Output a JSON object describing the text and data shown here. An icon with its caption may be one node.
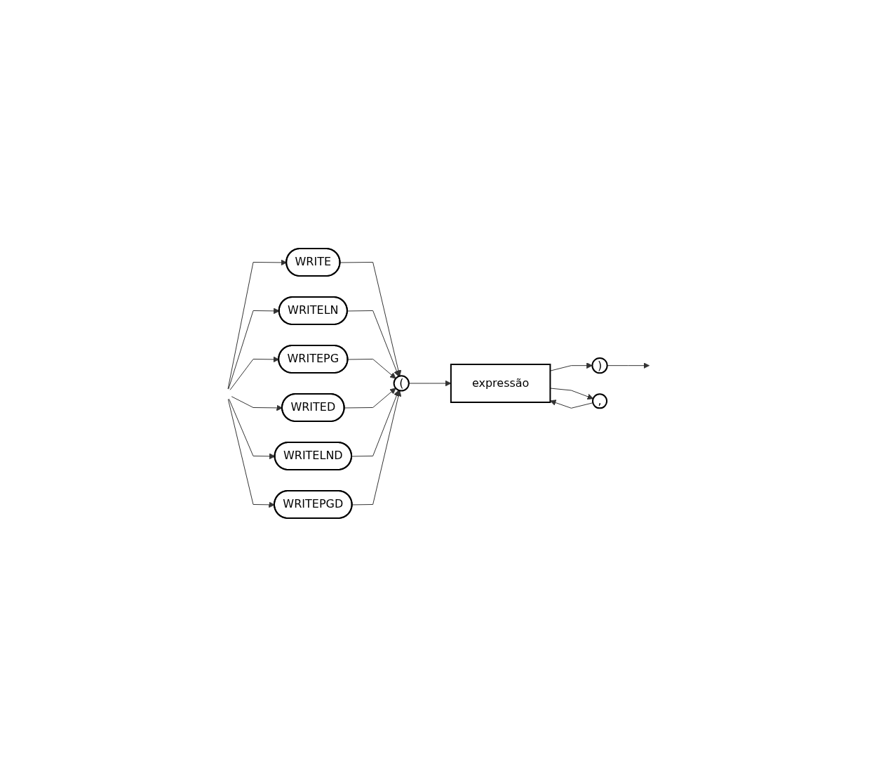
{
  "diagram": {
    "nodes": [
      {
        "text": [
          "WRITE"
        ]
      },
      {
        "text": [
          "WRITELN"
        ]
      },
      {
        "text": [
          "WRITEPG"
        ]
      },
      {
        "text": [
          "WRITED"
        ]
      },
      {
        "text": [
          "WRITELND"
        ]
      },
      {
        "text": [
          "WRITEPGD"
        ]
      },
      {
        "text": [
          "("
        ]
      },
      {
        "text": [
          "expressão"
        ]
      },
      {
        "text": [
          ")"
        ]
      },
      {
        "text": [
          ","
        ]
      }
    ],
    "edges": [
      {
        "from": null,
        "to": 0,
        "arrow": "to"
      },
      {
        "from": null,
        "to": 1,
        "arrow": "to"
      },
      {
        "from": null,
        "to": 2,
        "arrow": "to"
      },
      {
        "from": null,
        "to": 3,
        "arrow": "to"
      },
      {
        "from": null,
        "to": 4,
        "arrow": "to"
      },
      {
        "from": null,
        "to": 5,
        "arrow": "to"
      },
      {
        "from": 0,
        "to": 6,
        "arrow": "to"
      },
      {
        "from": 1,
        "to": 6,
        "arrow": "to"
      },
      {
        "from": 2,
        "to": 6,
        "arrow": "to"
      },
      {
        "from": 3,
        "to": 6,
        "arrow": "to"
      },
      {
        "from": 4,
        "to": 6,
        "arrow": "to"
      },
      {
        "from": 5,
        "to": 6,
        "arrow": "to"
      },
      {
        "from": 6,
        "to": 7,
        "arrow": "to"
      },
      {
        "from": 7,
        "to": 8,
        "arrow": "to"
      },
      {
        "from": 7,
        "to": 9,
        "arrow": "to"
      },
      {
        "from": 9,
        "to": 7,
        "arrow": "to"
      },
      {
        "from": 8,
        "to": null,
        "arrow": "to"
      }
    ]
  }
}
